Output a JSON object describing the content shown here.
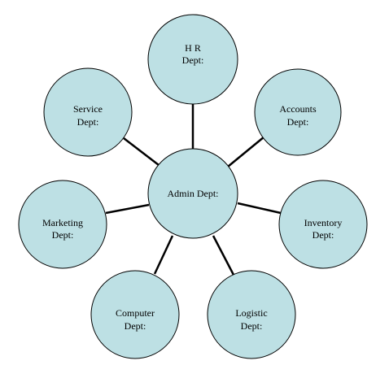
{
  "diagram": {
    "center": {
      "lines": [
        "Admin Dept:"
      ]
    },
    "nodes": [
      {
        "id": "hr",
        "lines": [
          "H R",
          "Dept:"
        ]
      },
      {
        "id": "accounts",
        "lines": [
          "Accounts",
          "Dept:"
        ]
      },
      {
        "id": "inventory",
        "lines": [
          "Inventory",
          "Dept:"
        ]
      },
      {
        "id": "logistic",
        "lines": [
          "Logistic",
          "Dept:"
        ]
      },
      {
        "id": "computer",
        "lines": [
          "Computer",
          "Dept:"
        ]
      },
      {
        "id": "marketing",
        "lines": [
          "Marketing",
          "Dept:"
        ]
      },
      {
        "id": "service",
        "lines": [
          "Service",
          "Dept:"
        ]
      }
    ],
    "colors": {
      "node_fill": "#bde0e4",
      "stroke": "#000000"
    }
  }
}
